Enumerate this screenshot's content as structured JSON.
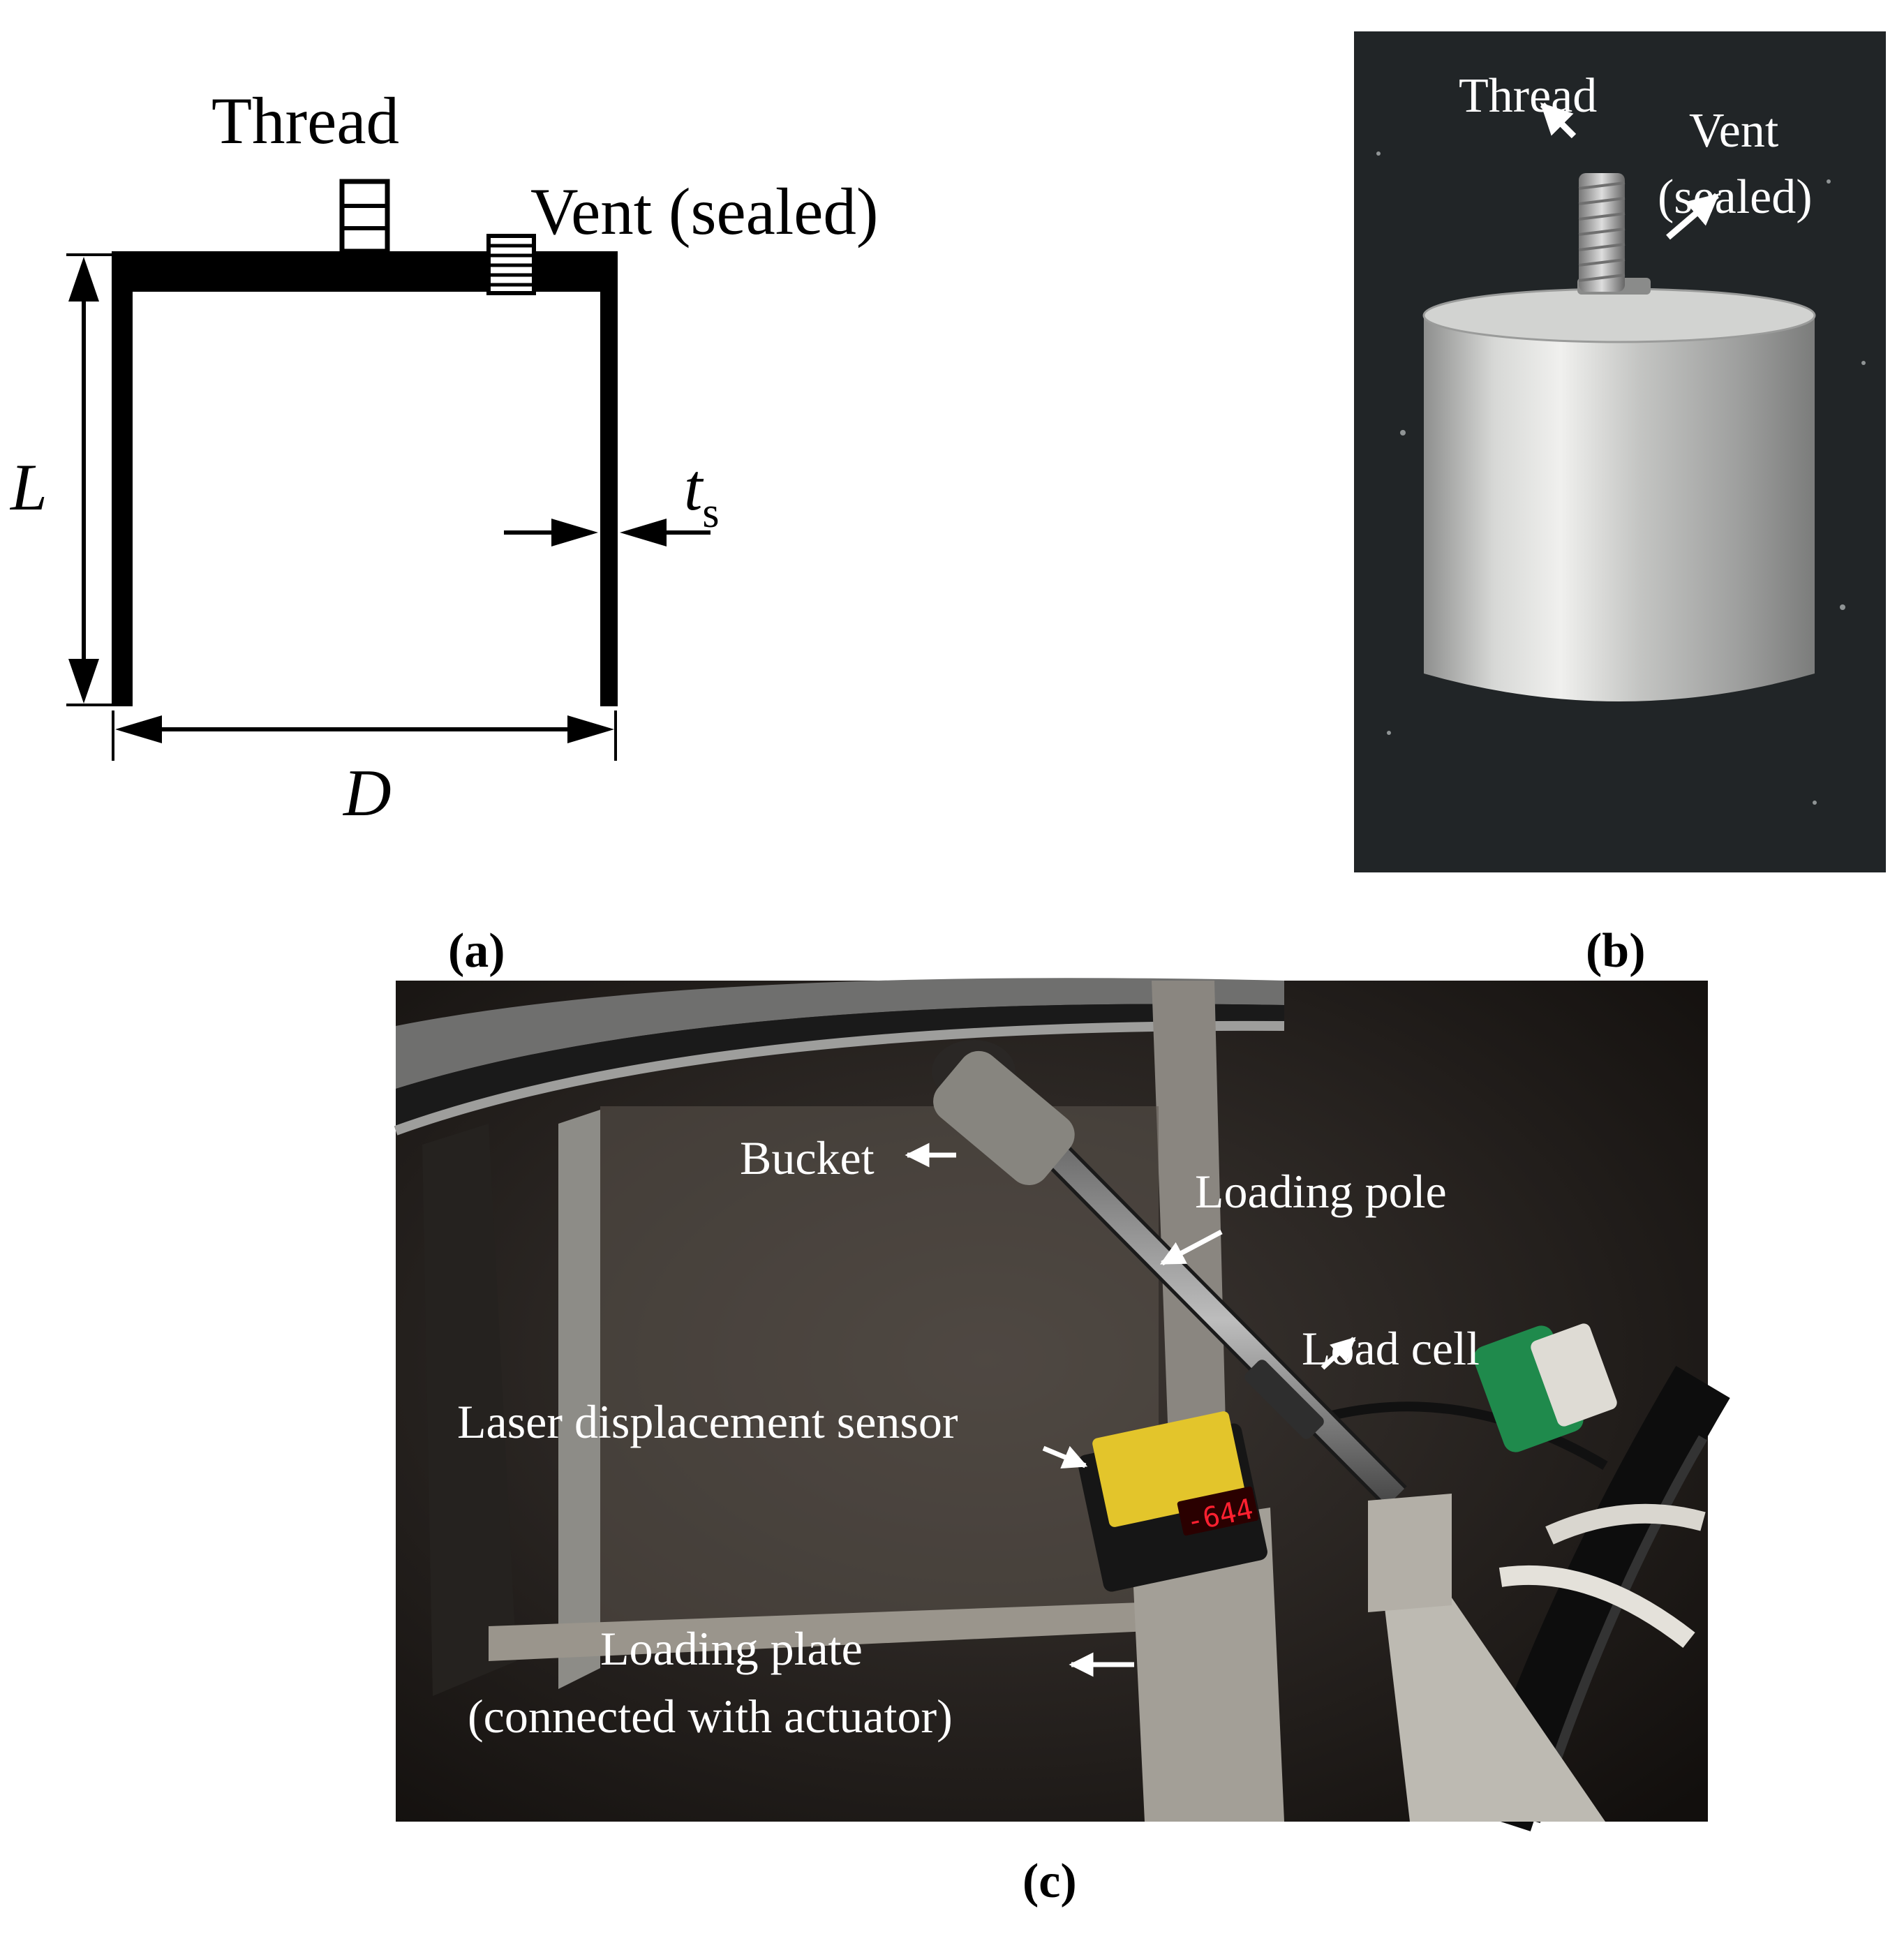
{
  "panel_a": {
    "thread_label": "Thread",
    "vent_label": "Vent (sealed)",
    "length_label": "L",
    "diameter_label": "D",
    "thickness_label": "t",
    "thickness_subscript": "s",
    "caption": "(a)"
  },
  "panel_b": {
    "thread_label": "Thread",
    "vent_line1": "Vent",
    "vent_line2": "(sealed)",
    "caption": "(b)"
  },
  "panel_c": {
    "bucket_label": "Bucket",
    "loading_pole_label": "Loading pole",
    "load_cell_label": "Load cell",
    "laser_sensor_label": "Laser displacement sensor",
    "loading_plate_line1": "Loading plate",
    "loading_plate_line2": "(connected with actuator)",
    "sensor_readout": "-644",
    "caption": "(c)"
  },
  "colors": {
    "ink": "#000000",
    "label_on_photo": "#ffffff",
    "steel": "#b8b8b6",
    "photo_bg_dark": "#1e2022"
  }
}
